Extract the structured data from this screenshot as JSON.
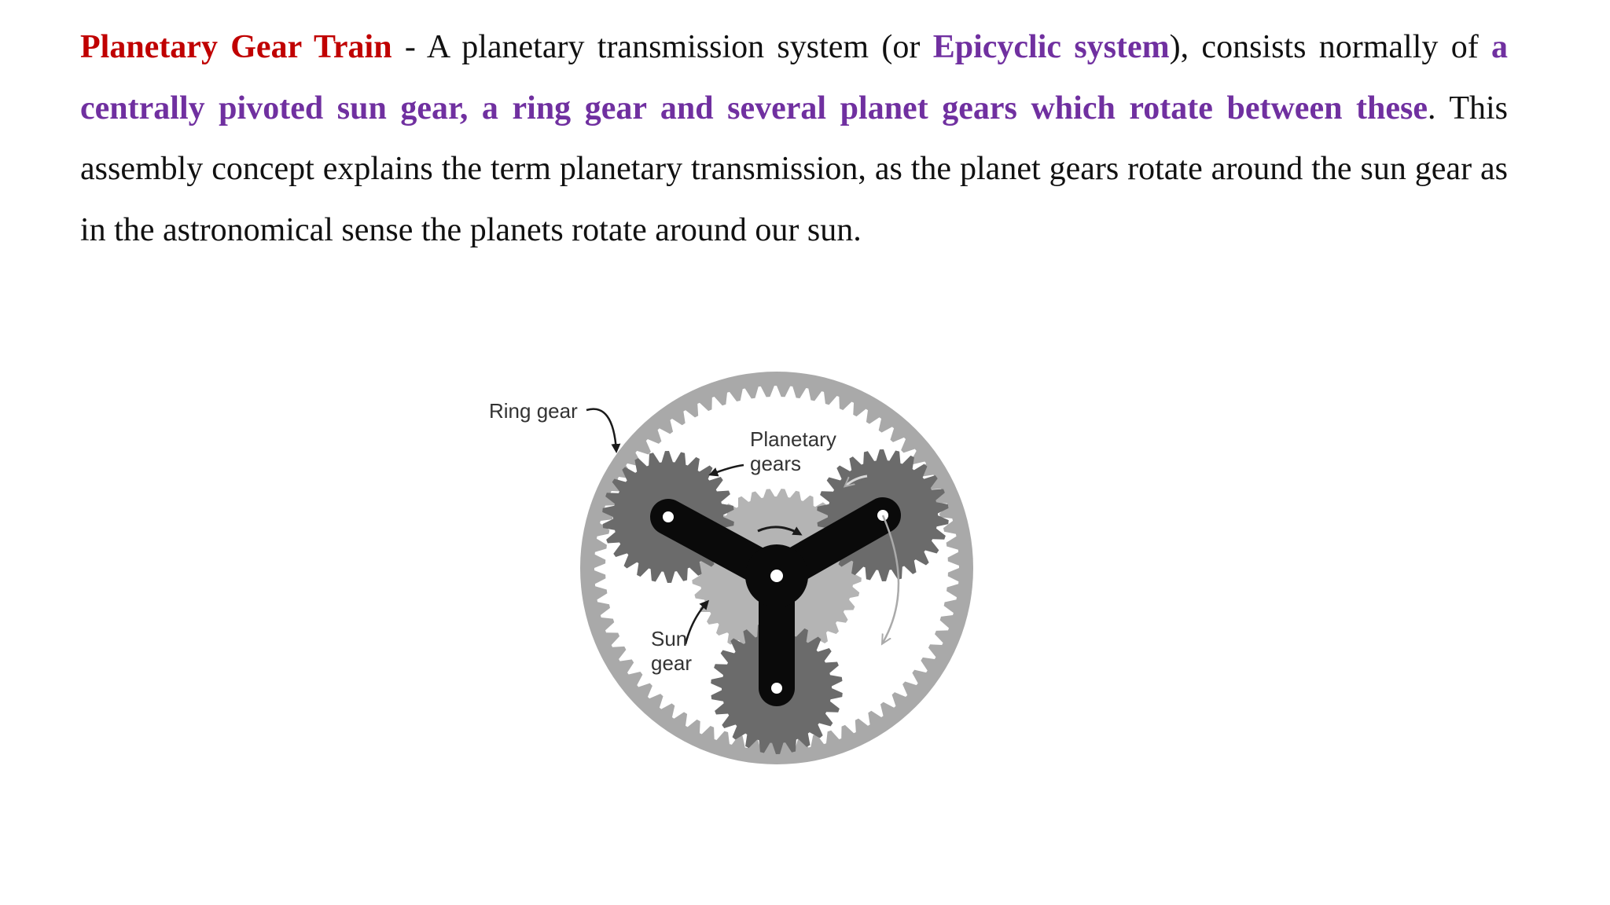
{
  "paragraph": {
    "term": "Planetary Gear Train",
    "sep": " - ",
    "text1": "A planetary transmission system (or ",
    "epicyclic": "Epicyclic system",
    "text2": "), consists normally of ",
    "definition": "a centrally pivoted sun gear, a ring gear and several planet gears which rotate between these",
    "text3": ". This assembly concept explains the term planetary transmission, as the planet gears rotate around the sun gear as in the astronomical sense the planets rotate around our sun."
  },
  "figure": {
    "labels": {
      "ring_gear": "Ring gear",
      "planetary_line1": "Planetary",
      "planetary_line2": "gears",
      "sun_line1": "Sun",
      "sun_line2": "gear"
    },
    "colors": {
      "ring": "#a9a9a9",
      "planet": "#6b6b6b",
      "sun": "#b4b4b4",
      "carrier": "#0a0a0a",
      "text_red": "#c00000",
      "text_purple": "#7030a0"
    }
  }
}
